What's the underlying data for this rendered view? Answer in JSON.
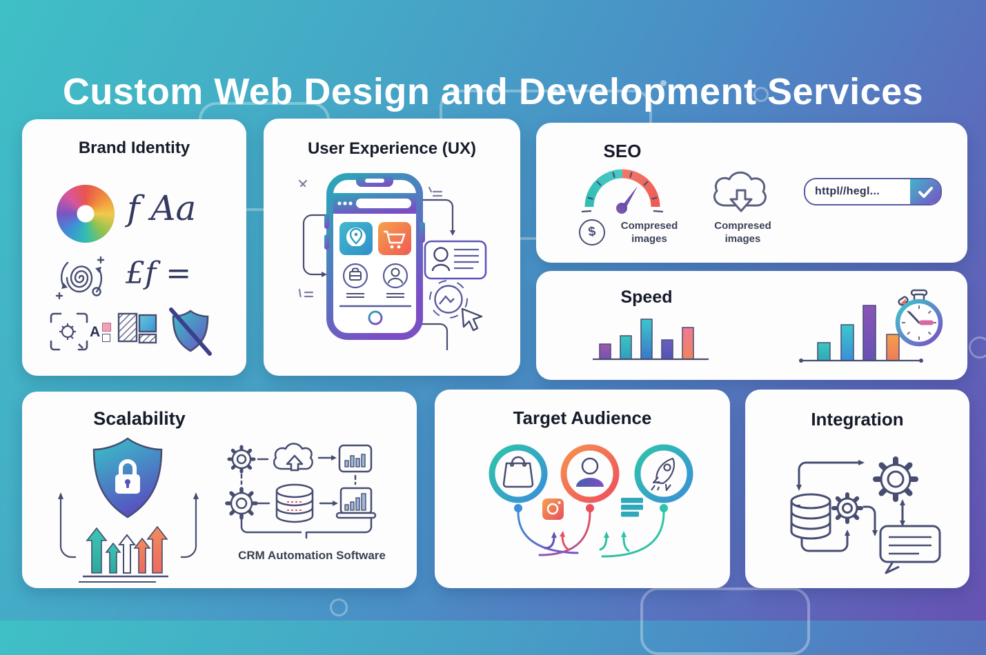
{
  "page": {
    "title": "Custom Web Design and Development Services"
  },
  "cards": {
    "brand_identity": {
      "title": "Brand Identity",
      "specimen_fAa": "f Aa",
      "specimen_pound": "£f =",
      "letter_sample": "A"
    },
    "user_experience": {
      "title": "User Experience (UX)"
    },
    "seo": {
      "title": "SEO",
      "dollar": "$",
      "gauge_caption": [
        "Compresed",
        "images"
      ],
      "cloud_caption": [
        "Compresed",
        "images"
      ],
      "url_text": "httpl//hegl..."
    },
    "speed": {
      "title": "Speed"
    },
    "scalability": {
      "title": "Scalability",
      "caption": "CRM Automation Software"
    },
    "target_audience": {
      "title": "Target Audience"
    },
    "integration": {
      "title": "Integration"
    }
  },
  "colors": {
    "background_teal": "#3fc0c6",
    "background_blue": "#4a8ec6",
    "background_purple": "#6652b2",
    "card_background": "#fdfdfe",
    "ink": "#161b2a",
    "icon_outline": "#474d70",
    "teal": "#2fbdb3",
    "blue": "#3a8fd8",
    "purple": "#7a4fc4",
    "coral": "#ee6a5f",
    "orange": "#f2914e",
    "red": "#e8505e"
  },
  "icons": {
    "color-wheel": "conic gradient circle",
    "spiral-refresh": "spiral with arrows",
    "crop-frame": "corner brackets with doodle",
    "pattern-swatch": "hatched and teal tiles",
    "shield-slash": "shield with diagonal line",
    "phone": "smartphone with app tiles",
    "id-card": "profile card",
    "cursor": "mouse pointer",
    "gauge": "speedometer arc",
    "dollar-circle": "$ in circle",
    "cloud-download": "cloud with down arrow",
    "url-check": "address pill with checkmark",
    "bar-chart": "gradient bars",
    "stopwatch": "timer",
    "shield-lock": "shield with padlock",
    "growth-arrows": "upward arrows",
    "gear": "cog",
    "database": "cylinder",
    "chat-bubble": "speech bubble",
    "shopping-bag": "bag in ring",
    "person": "user in ring",
    "rocket": "rocket in ring",
    "camera-app": "orange camera tile",
    "list-bars": "teal stacked bars"
  }
}
